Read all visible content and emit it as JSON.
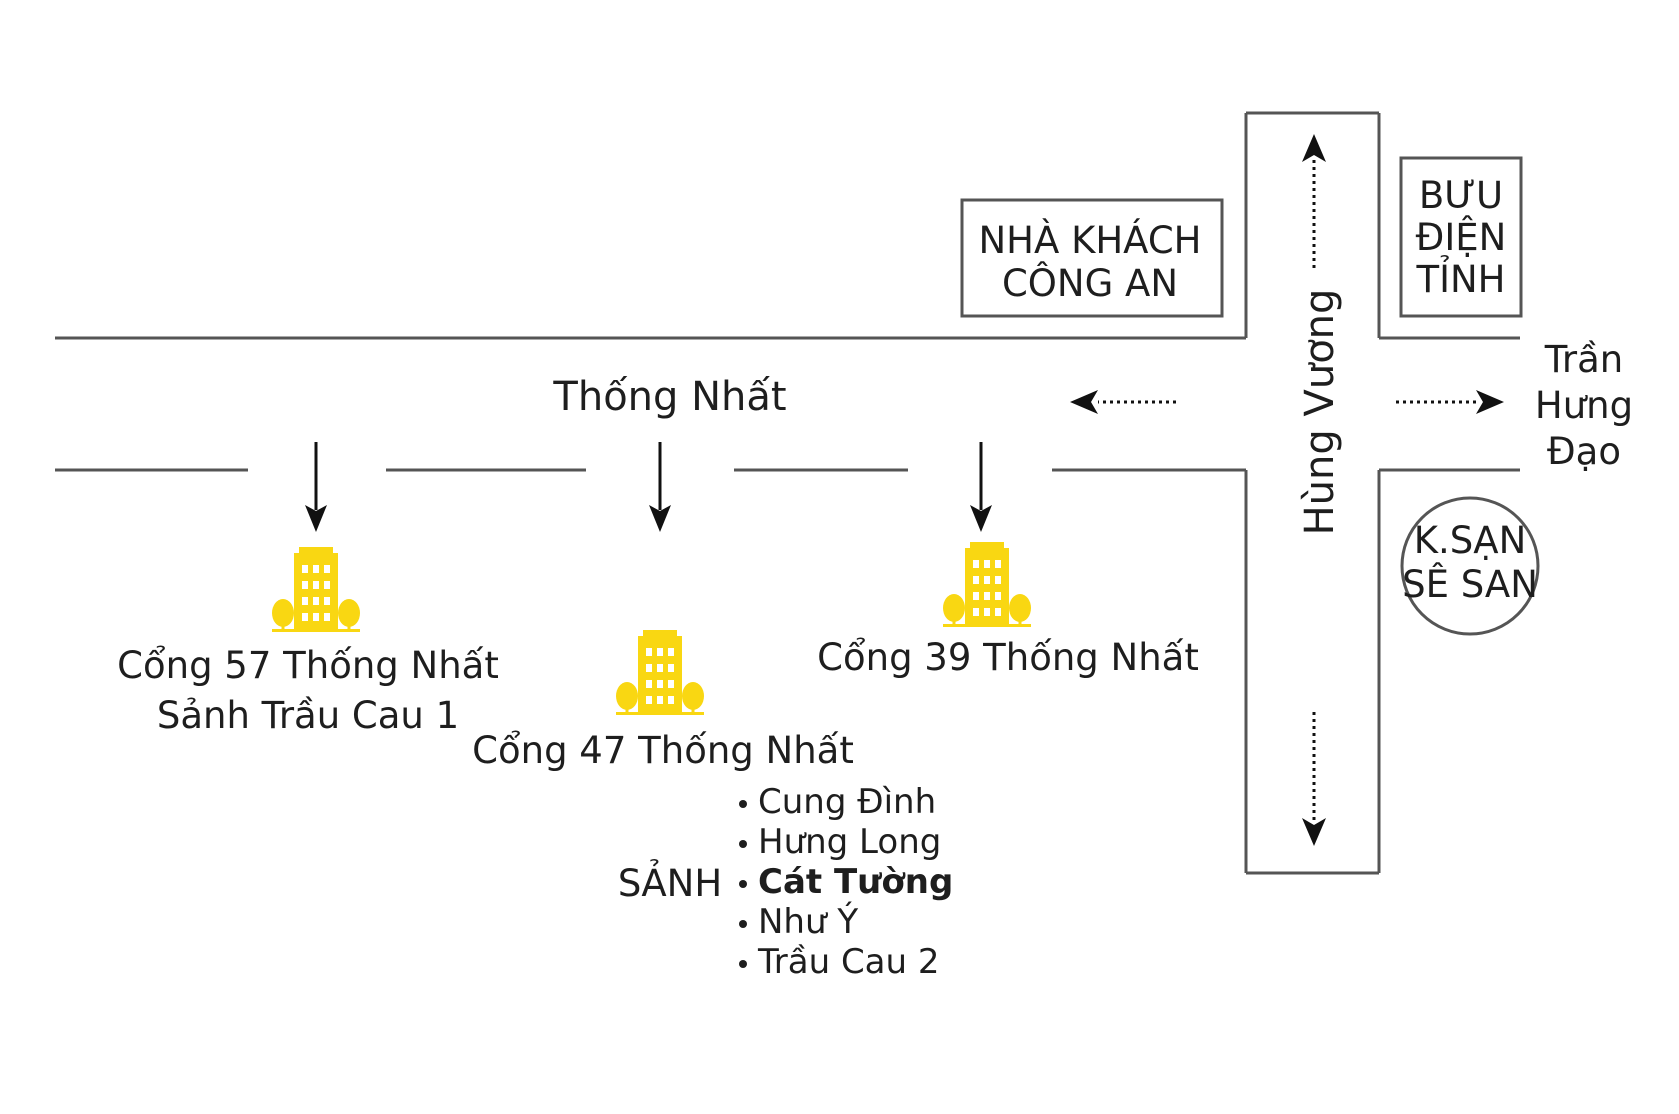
{
  "streets": {
    "thong_nhat": "Thống Nhất",
    "hung_vuong": "Hùng Vương",
    "tran_hung_dao": [
      "Trần",
      "Hưng",
      "Đạo"
    ]
  },
  "landmarks": {
    "nha_khach": [
      "NHÀ KHÁCH",
      "CÔNG AN"
    ],
    "buu_dien": [
      "BƯU",
      "ĐIỆN",
      "TỈNH"
    ],
    "khach_san": [
      "K.SẠN",
      "SÊ SAN"
    ]
  },
  "gates": {
    "gate57": [
      "Cổng 57 Thống Nhất",
      "Sảnh Trầu Cau 1"
    ],
    "gate47": "Cổng 47 Thống Nhất",
    "gate39": "Cổng 39 Thống Nhất"
  },
  "halls": {
    "label": "SẢNH",
    "items": [
      "Cung Đình",
      "Hưng Long",
      "Cát Tường",
      "Như Ý",
      "Trầu Cau 2"
    ],
    "highlighted": "Cát Tường"
  },
  "colors": {
    "building": "#f9d712",
    "road": "#555555",
    "text": "#1e1e1e"
  },
  "icons": {
    "building": "building-icon",
    "direction_arrow": "arrow-down-icon"
  }
}
